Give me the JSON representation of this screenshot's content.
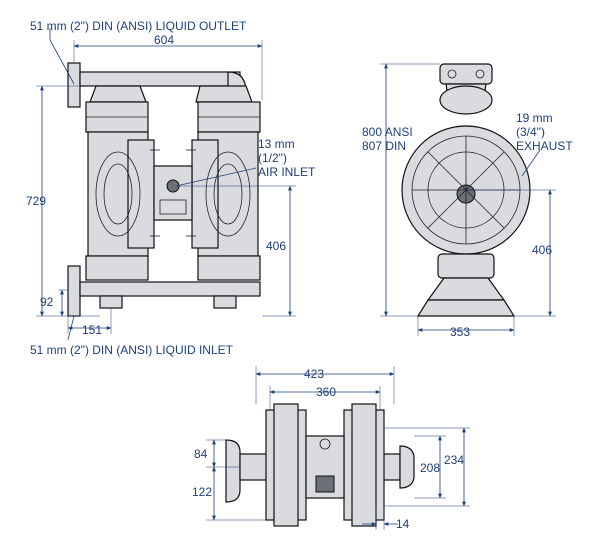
{
  "labels": {
    "outlet": "51 mm (2\") DIN (ANSI) LIQUID OUTLET",
    "inlet": "51 mm (2\") DIN (ANSI) LIQUID INLET",
    "air_inlet": [
      "13 mm",
      "(1/2\")",
      "AIR INLET"
    ],
    "exhaust": [
      "19 mm",
      "(3/4\")",
      "EXHAUST"
    ],
    "height_ansi": "800 ANSI",
    "height_din": "807 DIN"
  },
  "dimensions": {
    "front_width": "604",
    "front_height": "729",
    "front_center_height": "406",
    "front_inlet_height": "92",
    "front_inlet_offset": "151",
    "side_center_height": "406",
    "side_base_width": "353",
    "top_overall": "423",
    "top_inner": "360",
    "top_left_upper": "84",
    "top_left_lower": "122",
    "top_right_inner": "208",
    "top_right_outer": "234",
    "top_bottom": "14"
  },
  "colors": {
    "dimension": "#1f3f7a",
    "outline": "#111111",
    "body": "#d9dbdf"
  }
}
